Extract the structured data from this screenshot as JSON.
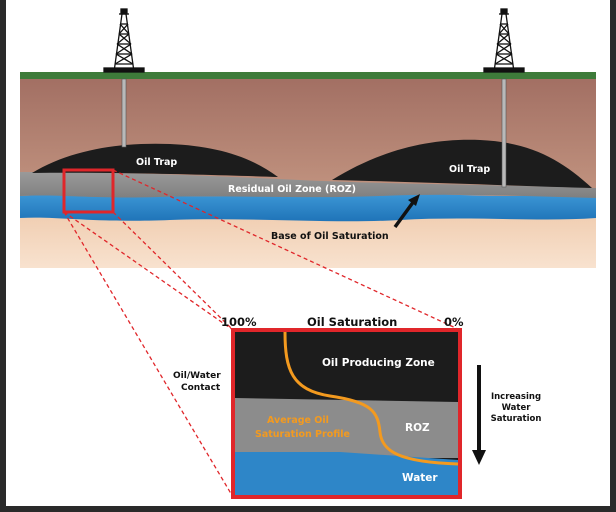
{
  "labels": {
    "oil_trap_left": "Oil Trap",
    "oil_trap_right": "Oil Trap",
    "roz_full": "Residual Oil Zone (ROZ)",
    "base_saturation": "Base of Oil Saturation",
    "pct_100": "100%",
    "oil_saturation": "Oil Saturation",
    "pct_0": "0%",
    "contact_line1": "Oil/Water",
    "contact_line2": "Contact",
    "oil_producing_zone": "Oil Producing Zone",
    "avg_profile_line1": "Average Oil",
    "avg_profile_line2": "Saturation Profile",
    "roz_short": "ROZ",
    "water": "Water",
    "increasing_line1": "Increasing",
    "increasing_line2": "Water",
    "increasing_line3": "Saturation"
  },
  "colors": {
    "frame": "#2a2a2a",
    "grass": "#3e7b3a",
    "rock": "#a7766a",
    "rock_deep": "#c89b84",
    "sand": "#f2d3b8",
    "oil": "#1c1c1c",
    "roz": "#8c8c8c",
    "water": "#2e86c8",
    "accent_red": "#e0262a",
    "profile_orange": "#f39a1f"
  }
}
